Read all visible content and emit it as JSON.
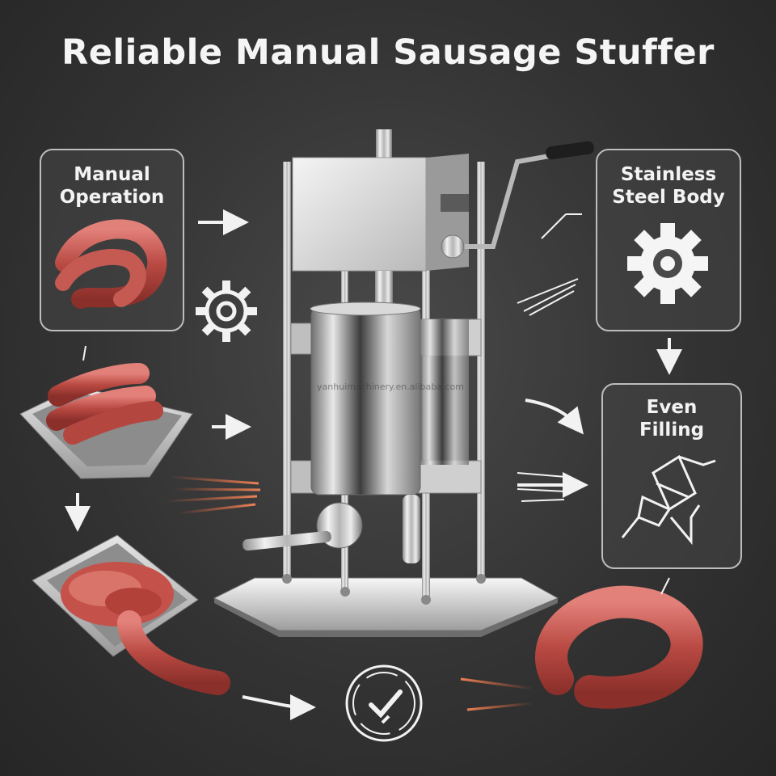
{
  "title": "Reliable Manual Sausage Stuffer",
  "cards": {
    "manual_operation": "Manual\nOperation",
    "stainless_steel_body": "Stainless\nSteel Body",
    "even_filling": "Even\nFilling"
  },
  "watermark": "yanhuimachinery.en.alibaba.com",
  "icons": [
    "gear-icon",
    "checkmark-badge-icon",
    "filling-nozzle-icon",
    "arrow-right-icon",
    "arrow-down-icon"
  ]
}
